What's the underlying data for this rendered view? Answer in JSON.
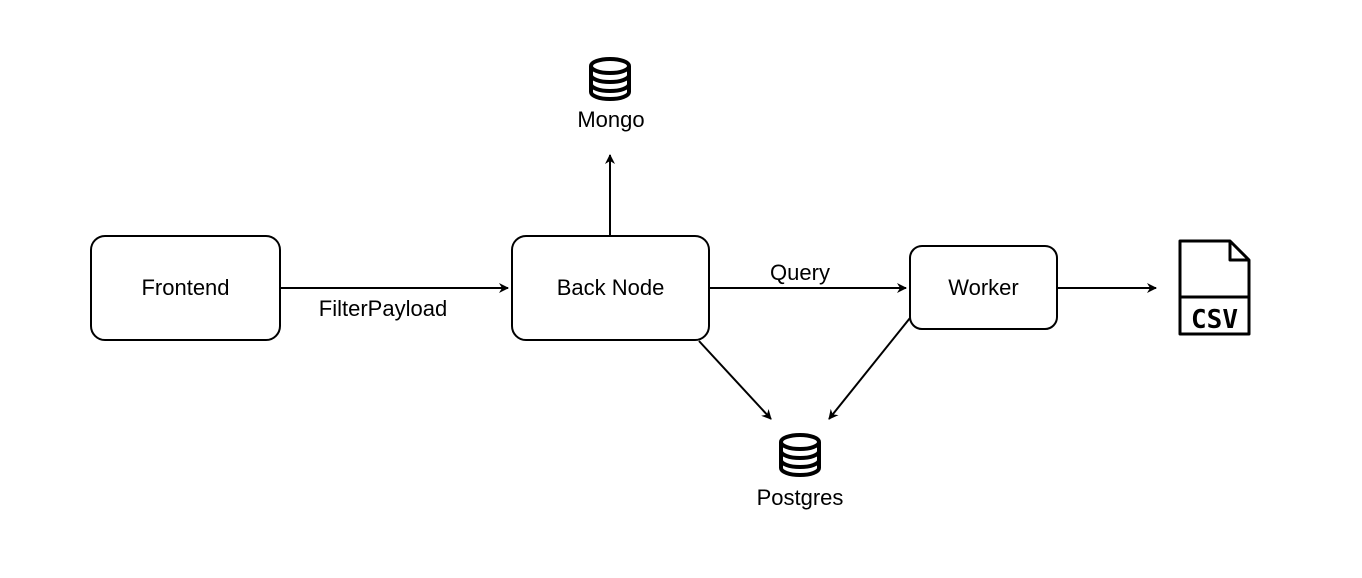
{
  "diagram": {
    "nodes": {
      "frontend": "Frontend",
      "back_node": "Back Node",
      "worker": "Worker",
      "mongo": "Mongo",
      "postgres": "Postgres",
      "csv": "CSV"
    },
    "edges": {
      "frontend_to_back_node": "FilterPayload",
      "back_node_to_worker": "Query"
    },
    "icons": {
      "mongo": "database-icon",
      "postgres": "database-icon",
      "csv": "csv-file-icon"
    },
    "colors": {
      "stroke": "#000000",
      "background": "#ffffff"
    }
  }
}
